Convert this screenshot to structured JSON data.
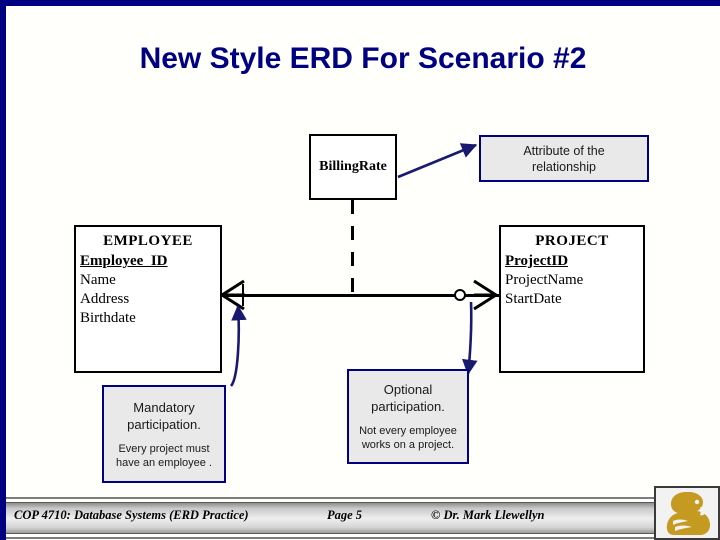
{
  "slide": {
    "title": "New Style ERD For Scenario #2",
    "accent_color": "#000080",
    "background_color": "#fffffc"
  },
  "erd": {
    "entities": [
      {
        "name": "EMPLOYEE",
        "attributes": [
          {
            "label": "Employee_ID",
            "primary_key": true
          },
          {
            "label": "Name",
            "primary_key": false
          },
          {
            "label": "Address",
            "primary_key": false
          },
          {
            "label": "Birthdate",
            "primary_key": false
          }
        ]
      },
      {
        "name": "PROJECT",
        "attributes": [
          {
            "label": "ProjectID",
            "primary_key": true
          },
          {
            "label": "ProjectName",
            "primary_key": false
          },
          {
            "label": "StartDate",
            "primary_key": false
          }
        ]
      }
    ],
    "relationship_attribute": {
      "name": "BillingRate"
    },
    "notation": {
      "left_end": "crows-foot-mandatory",
      "right_end": "crows-foot-optional"
    }
  },
  "callouts": {
    "attribute": {
      "line1": "Attribute of the",
      "line2": "relationship"
    },
    "mandatory": {
      "heading1": "Mandatory",
      "heading2": "participation.",
      "detail1": "Every project must",
      "detail2": "have an employee ."
    },
    "optional": {
      "heading1": "Optional",
      "heading2": "participation.",
      "detail1": "Not every employee",
      "detail2": "works on a project."
    }
  },
  "footer": {
    "course": "COP 4710: Database Systems  (ERD Practice)",
    "page": "Page 5",
    "copyright": "© Dr. Mark Llewellyn",
    "logo_color": "#c49a20"
  }
}
